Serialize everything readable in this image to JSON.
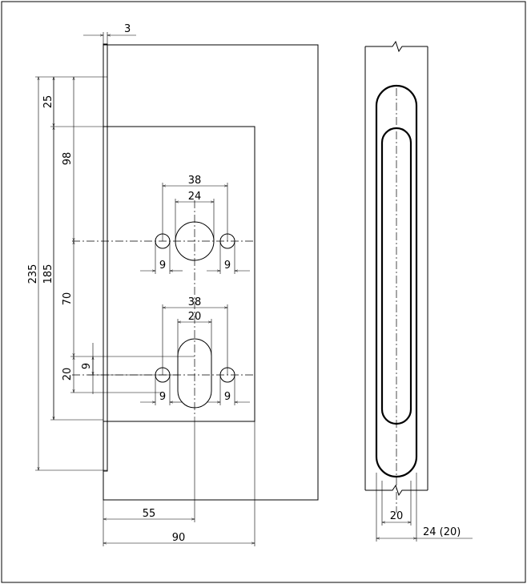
{
  "dimensions": {
    "plate_thickness": "3",
    "top_offset": "25",
    "case_height": "98",
    "total_height": "235",
    "case_total": "185",
    "spacing": "70",
    "lower_offset": "20",
    "small_offset": "9",
    "hole_spacing_top": "38",
    "cylinder_dia": "24",
    "screw_left_top": "9",
    "screw_right_top": "9",
    "hole_spacing_bottom": "38",
    "slot_width": "20",
    "screw_left_bottom": "9",
    "screw_right_bottom": "9",
    "backset": "55",
    "body_depth": "90",
    "side_inner": "20",
    "side_outer": "24 (20)"
  }
}
